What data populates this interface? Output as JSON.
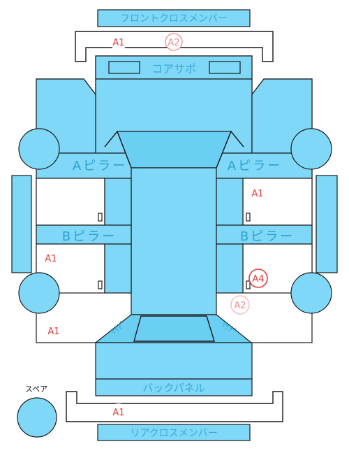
{
  "parts": {
    "front_cross_member": "フロントクロスメンバー",
    "core_support": "コアサポ",
    "a_pillar_left": "Aピラー",
    "a_pillar_right": "Aピラー",
    "b_pillar_left": "Bピラー",
    "b_pillar_right": "Bピラー",
    "back_panel": "バックパネル",
    "rear_cross_member": "リアクロスメンバー",
    "spare": "スペア",
    "side_left": "ｻｲﾄﾞ",
    "side_right": "ｻｲﾄﾞ"
  },
  "marks": {
    "front_a1": "A1",
    "front_a2": "A2",
    "right_a1": "A1",
    "left_a1": "A1",
    "right_a4": "A4",
    "right_a2": "A2",
    "lower_left_a1": "A1",
    "rear_a1": "A1"
  },
  "colors": {
    "panel": "#7fd8f7",
    "label": "#3aa9d6",
    "mark_red": "#e23b3b",
    "mark_pink": "#f08c8c"
  }
}
